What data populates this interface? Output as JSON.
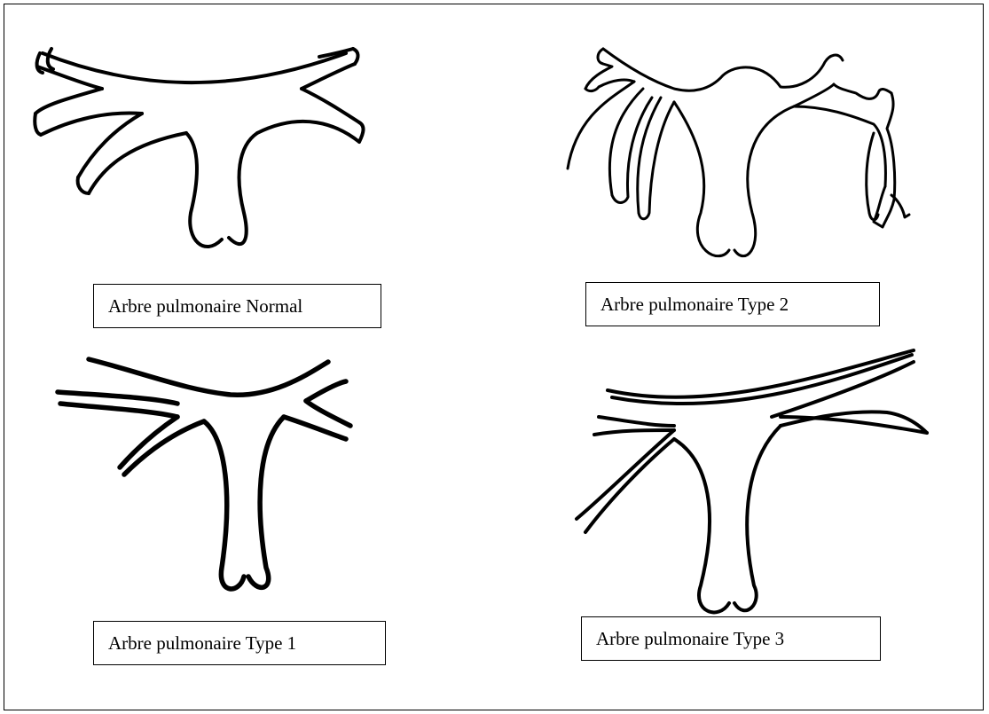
{
  "labels": {
    "normal": "Arbre pulmonaire Normal",
    "type2": "Arbre pulmonaire Type 2",
    "type1": "Arbre pulmonaire Type 1",
    "type3": "Arbre pulmonaire Type 3"
  }
}
